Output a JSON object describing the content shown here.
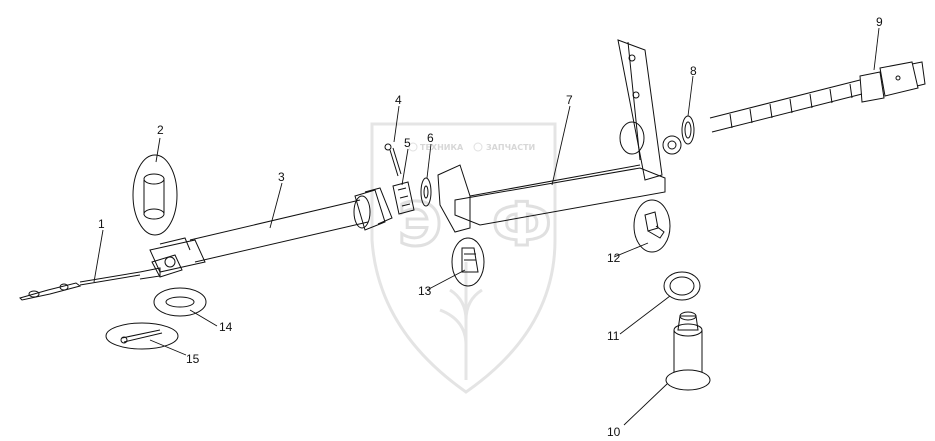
{
  "diagram": {
    "watermark": {
      "left_text": "ТЕХНИКА",
      "right_text": "ЗАПЧАСТИ",
      "letters": [
        "Э",
        "Ф"
      ],
      "color": "#c8c8c8"
    },
    "callouts": [
      {
        "id": "c1",
        "label": "1"
      },
      {
        "id": "c2",
        "label": "2"
      },
      {
        "id": "c3",
        "label": "3"
      },
      {
        "id": "c4",
        "label": "4"
      },
      {
        "id": "c5",
        "label": "5"
      },
      {
        "id": "c6",
        "label": "6"
      },
      {
        "id": "c7",
        "label": "7"
      },
      {
        "id": "c8",
        "label": "8"
      },
      {
        "id": "c9",
        "label": "9"
      },
      {
        "id": "c10",
        "label": "10"
      },
      {
        "id": "c11",
        "label": "11"
      },
      {
        "id": "c12",
        "label": "12"
      },
      {
        "id": "c13",
        "label": "13"
      },
      {
        "id": "c14",
        "label": "14"
      },
      {
        "id": "c15",
        "label": "15"
      }
    ]
  }
}
